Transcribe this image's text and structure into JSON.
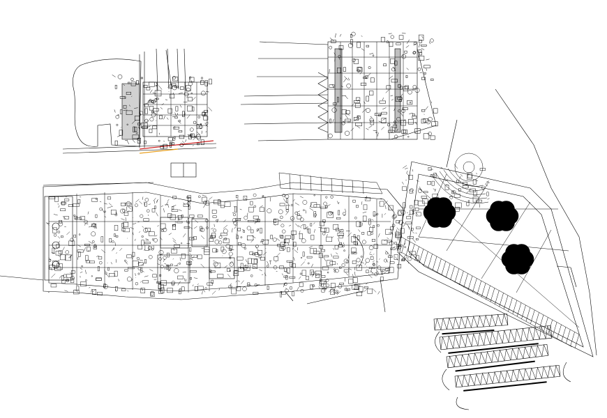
{
  "drawing": {
    "background": "#ffffff",
    "line_color": "#000000",
    "accent_color": "#cc2222",
    "highlight_color": "#e8a020",
    "views": [
      {
        "name": "key-plan-left",
        "labels": []
      },
      {
        "name": "key-plan-right",
        "labels": []
      },
      {
        "name": "main-site-plan",
        "labels": []
      }
    ]
  }
}
